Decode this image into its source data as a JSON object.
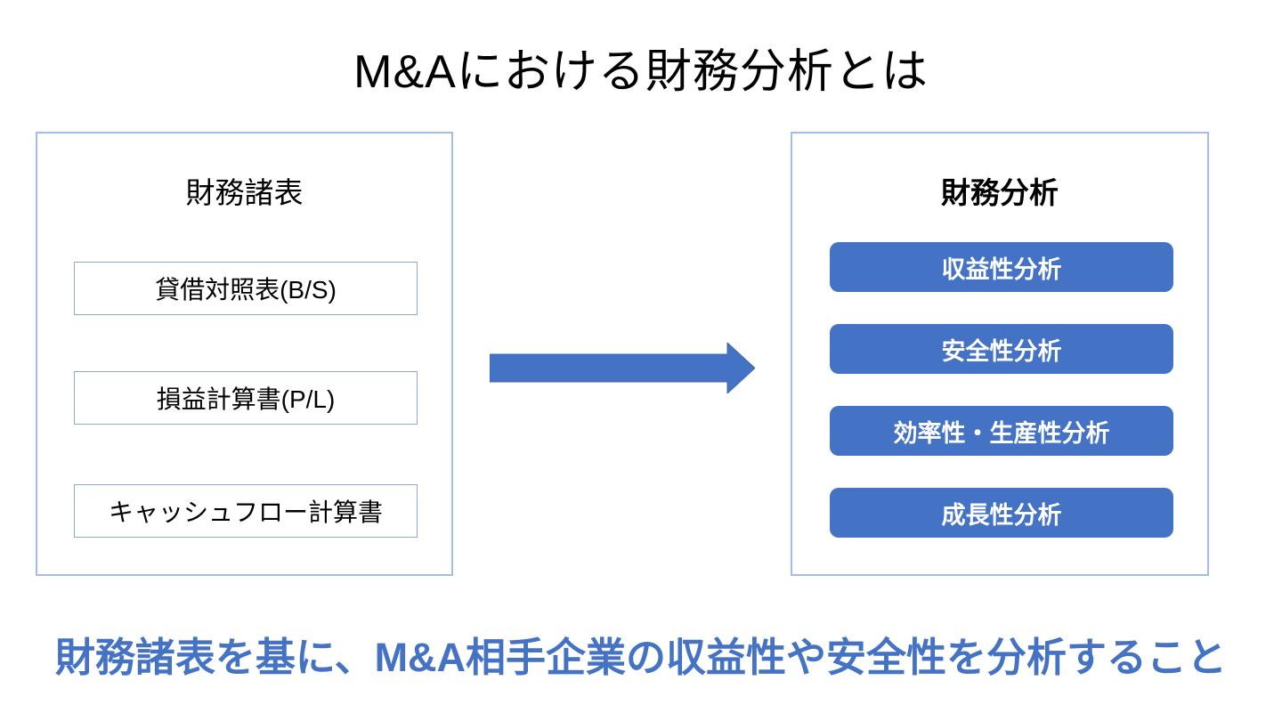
{
  "title": "M&Aにおける財務分析とは",
  "left_panel": {
    "heading": "財務諸表",
    "items": [
      {
        "label": "貸借対照表(B/S)"
      },
      {
        "label": "損益計算書(P/L)"
      },
      {
        "label": "キャッシュフロー計算書"
      }
    ]
  },
  "arrow": {
    "direction": "right",
    "meaning": "financial statements feed into financial analysis"
  },
  "right_panel": {
    "heading": "財務分析",
    "items": [
      {
        "label": "収益性分析"
      },
      {
        "label": "安全性分析"
      },
      {
        "label": "効率性・生産性分析"
      },
      {
        "label": "成長性分析"
      }
    ]
  },
  "footer": {
    "text": "財務諸表を基に、M&A相手企業の収益性や安全性を分析すること"
  },
  "colors": {
    "accent_blue": "#4472c4",
    "arrow_outline": "#3e66ae",
    "panel_border": "#a6bce4",
    "item_border": "#8faadc",
    "pill_text": "#ffffff",
    "title_text": "#000000",
    "page_bg": "#ffffff"
  }
}
